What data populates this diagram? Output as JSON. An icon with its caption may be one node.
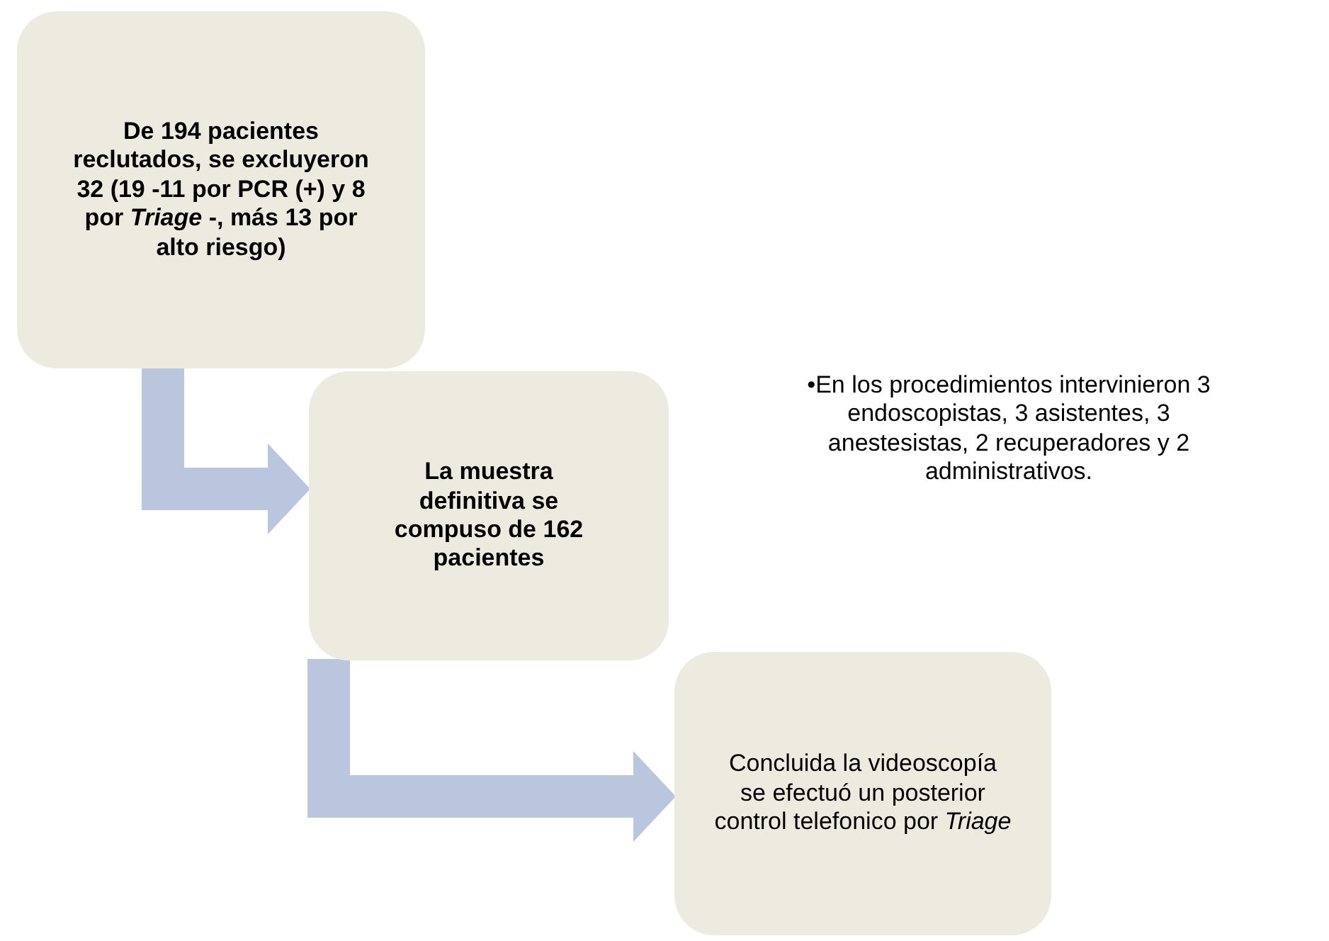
{
  "diagram": {
    "nodes": [
      {
        "text": [
          "De 194 pacientes reclutados, se excluyeron 32 (19 -11 por PCR (+) y 8 por *Triage* -, más 13 por alto riesgo)"
        ]
      },
      {
        "text": [
          "La  muestra definitiva se compuso de 162 pacientes"
        ]
      },
      {
        "text": [
          "Concluida la videoscopía se efectuó un posterior control telefonico por *Triage*"
        ]
      }
    ],
    "edges": [
      {
        "from": 0,
        "to": 1,
        "arrow": "to"
      },
      {
        "from": 1,
        "to": 2,
        "arrow": "to"
      }
    ],
    "labels": [
      "•En los procedimientos intervinieron 3 endoscopistas, 3 asistentes, 3 anestesistas, 2 recuperadores y 2 administrativos."
    ]
  }
}
